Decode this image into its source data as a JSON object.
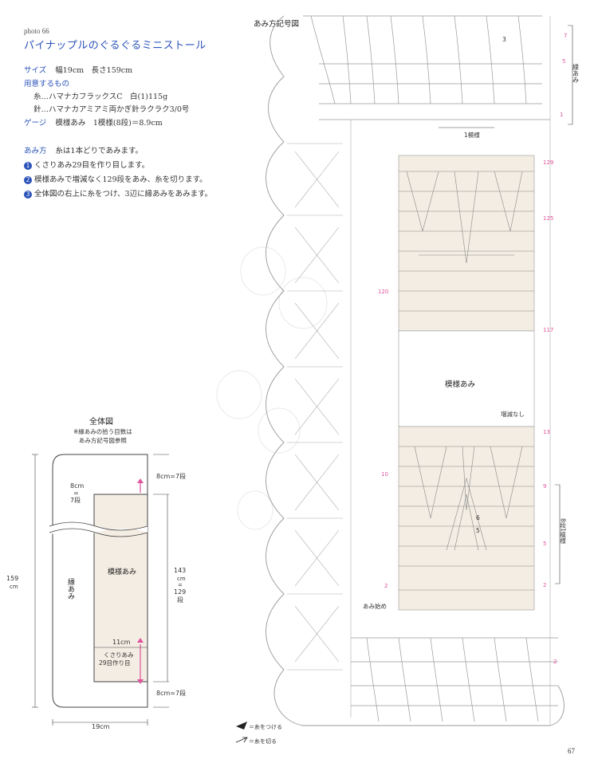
{
  "header": {
    "photo": "photo 66",
    "title": "パイナップルのぐるぐるミニストール"
  },
  "specs": {
    "size_label": "サイズ",
    "size_value": "幅19cm　長さ159cm",
    "materials_label": "用意するもの",
    "yarn": "糸…ハマナカフラックスC　白(1)115g",
    "needle": "針…ハマナカアミアミ両かぎ針ラクラク3/0号",
    "gauge_label": "ゲージ",
    "gauge_value": "模様あみ　1模様(8段)＝8.9cm"
  },
  "instructions": {
    "label": "あみ方",
    "intro": "糸は1本どりであみます。",
    "steps": [
      {
        "num": "1",
        "text": "くさりあみ29目を作り目します。"
      },
      {
        "num": "2",
        "text": "模様あみで増減なく129段をあみ、糸を切ります。"
      },
      {
        "num": "3",
        "text": "全体図の右上に糸をつけ、3辺に縁あみをあみます。"
      }
    ]
  },
  "overall_diagram": {
    "title": "全体図",
    "note_line1": "※縁あみの拾う目数は",
    "note_line2": "あみ方記号図参照",
    "edge_label": "縁あみ",
    "body_label": "模様あみ",
    "top_edge": "8cm=7段",
    "bottom_edge": "8cm=7段",
    "side_left_top": "8cm",
    "side_left_eq": "=",
    "side_left_rows": "7段",
    "length_total_num": "159",
    "length_total_unit": "cm",
    "body_length_num": "143",
    "body_length_unit": "cm",
    "body_length_eq": "=",
    "body_rows_num": "129",
    "body_rows_unit": "段",
    "width_inner": "11cm",
    "chain_line1": "くさりあみ",
    "chain_line2": "29目作り目",
    "width_total": "19cm"
  },
  "chart": {
    "title": "あみ方記号図",
    "pattern_label": "模様あみ",
    "no_change": "増減なし",
    "one_repeat": "1模様",
    "start_label": "あみ始め",
    "edge_label": "縁あみ",
    "repeat_label": "8段1模様",
    "row_numbers": [
      "7",
      "5",
      "1",
      "129",
      "125",
      "120",
      "117",
      "13",
      "10",
      "9",
      "5",
      "2",
      "2",
      "2"
    ],
    "inner_numbers": [
      "6",
      "5",
      "3"
    ],
    "legend_attach": "＝糸をつける",
    "legend_cut": "＝糸を切る",
    "accent_pink": "#e0529c",
    "accent_blue": "#2a52b8"
  },
  "page": {
    "number": "67"
  }
}
